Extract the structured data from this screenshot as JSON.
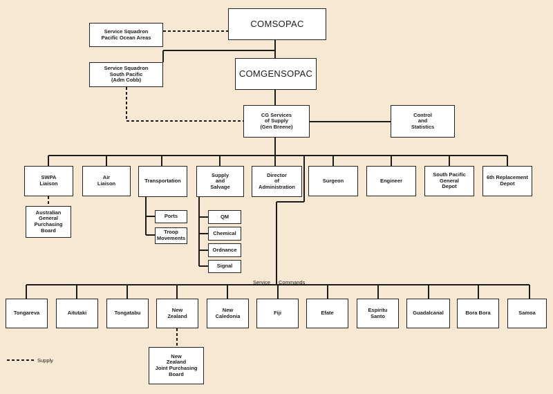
{
  "nodes": {
    "comsopac": "COMSOPAC",
    "svc_sq_poa": "Service Squadron\nPacific Ocean Areas",
    "comgensopac": "COMGENSOPAC",
    "svc_sq_sp": "Service Squadron\nSouth Pacific\n(Adm Cobb)",
    "cg_sos": "CG Services\nof Supply\n(Gen Breene)",
    "control_stats": "Control\nand\nStatistics",
    "swpa_liaison": "SWPA\nLiaison",
    "air_liaison": "Air\nLiaison",
    "transportation": "Transportation",
    "supply_salvage": "Supply\nand\nSalvage",
    "director_admin": "Director\nof\nAdministration",
    "surgeon": "Surgeon",
    "engineer": "Engineer",
    "sp_general_depot": "South Pacific\nGeneral\nDepot",
    "sixth_repl_depot": "6th Replacement\nDepot",
    "aus_gpb": "Australian\nGeneral\nPurchasing\nBoard",
    "ports": "Ports",
    "troop_movements": "Troop\nMovements",
    "qm": "QM",
    "chemical": "Chemical",
    "ordnance": "Ordnance",
    "signal": "Signal",
    "tongareva": "Tongareva",
    "aitutaki": "Aitutaki",
    "tongatabu": "Tongatabu",
    "new_zealand": "New\nZealand",
    "new_caledonia": "New\nCaledonia",
    "fiji": "Fiji",
    "efate": "Efate",
    "espiritu_santo": "Espiritu\nSanto",
    "guadalcanal": "Guadalcanal",
    "bora_bora": "Bora Bora",
    "samoa": "Samoa",
    "nz_jpb": "New\nZealand\nJoint Purchasing\nBoard"
  },
  "labels": {
    "service": "Service",
    "commands": "Commands",
    "legend_supply": "Supply"
  }
}
